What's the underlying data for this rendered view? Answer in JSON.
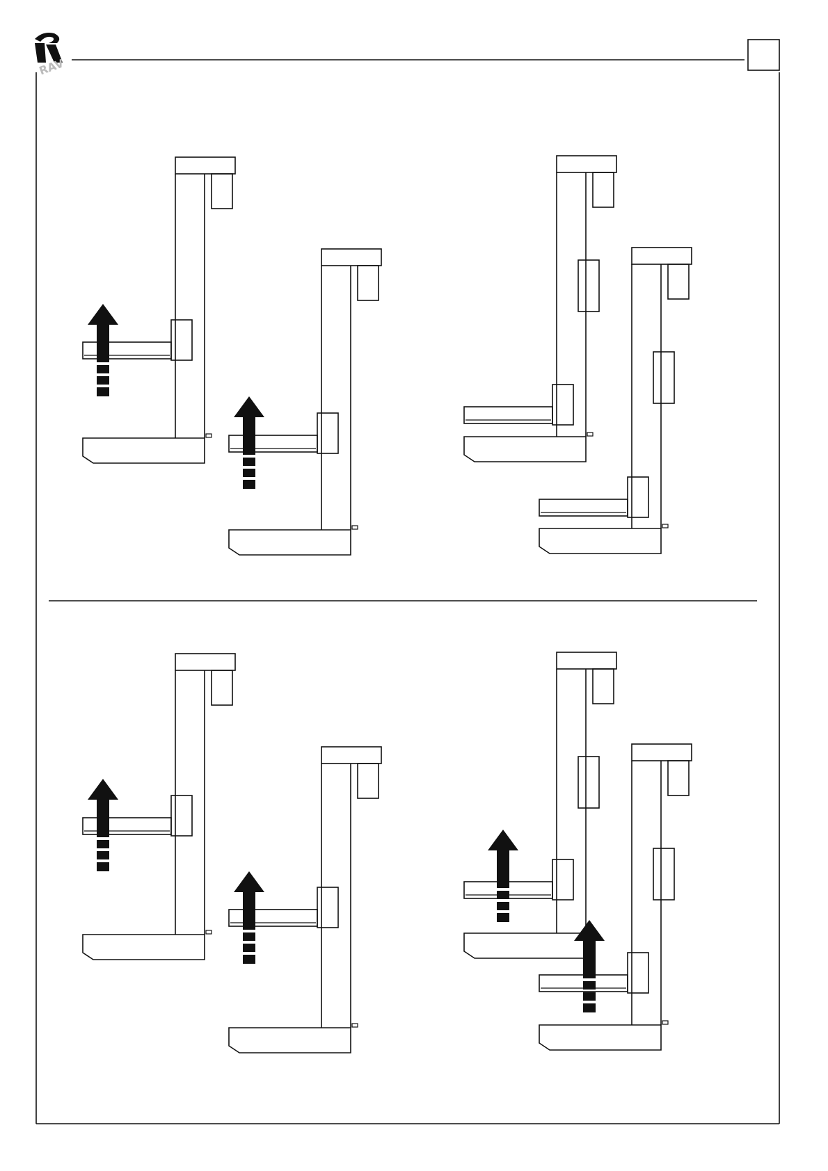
{
  "page": {
    "logo_icon": "rav-logo-icon",
    "page_number_box": ""
  },
  "colors": {
    "ink": "#111111",
    "paper": "#ffffff"
  },
  "sections": [
    {
      "name": "top",
      "panels": [
        {
          "side": "left",
          "arrows": [
            "back-unit",
            "front-unit"
          ],
          "lift_raised": false
        },
        {
          "side": "right",
          "arrows": [],
          "lift_raised": false,
          "inline_cylinder": true
        }
      ]
    },
    {
      "name": "bottom",
      "panels": [
        {
          "side": "left",
          "arrows": [
            "back-unit",
            "front-unit"
          ],
          "lift_raised": true
        },
        {
          "side": "right",
          "arrows": [
            "back-unit",
            "front-unit"
          ],
          "lift_raised": true,
          "inline_cylinder": true
        }
      ]
    }
  ]
}
